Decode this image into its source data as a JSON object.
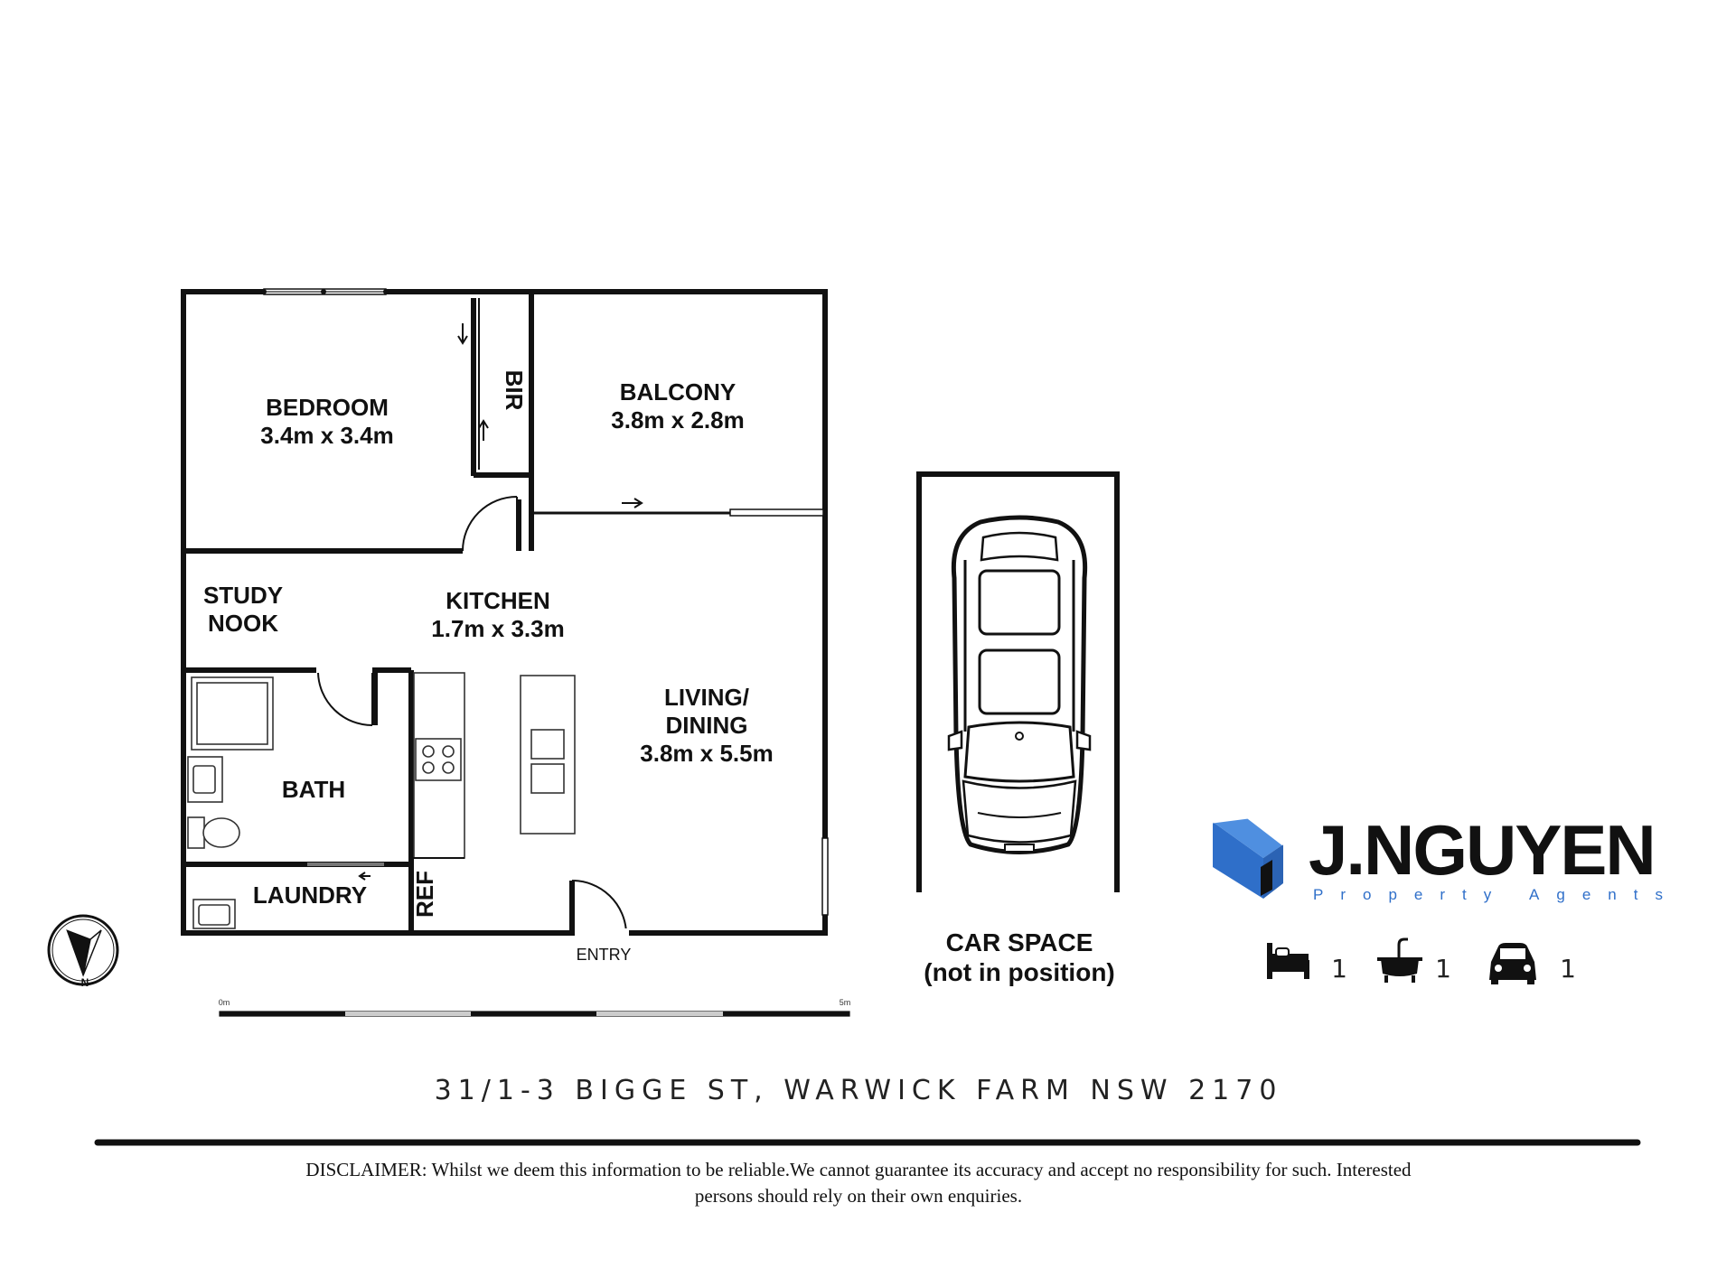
{
  "rooms": {
    "bedroom": {
      "name": "BEDROOM",
      "size": "3.4m x 3.4m"
    },
    "balcony": {
      "name": "BALCONY",
      "size": "3.8m x 2.8m"
    },
    "bir": {
      "name": "BIR"
    },
    "study": {
      "line1": "STUDY",
      "line2": "NOOK"
    },
    "kitchen": {
      "name": "KITCHEN",
      "size": "1.7m x 3.3m"
    },
    "living": {
      "line1": "LIVING/",
      "line2": "DINING",
      "size": "3.8m x 5.5m"
    },
    "bath": {
      "name": "BATH"
    },
    "laundry": {
      "name": "LAUNDRY"
    },
    "ref": {
      "name": "REF"
    },
    "entry": {
      "name": "ENTRY"
    }
  },
  "car_space": {
    "line1": "CAR SPACE",
    "line2": "(not in position)"
  },
  "compass": {
    "label": "N"
  },
  "scale_bar": {
    "start": "0m",
    "end": "5m"
  },
  "address": "31/1-3 BIGGE ST, WARWICK FARM NSW 2170",
  "disclaimer": {
    "line1": "DISCLAIMER: Whilst we deem this information to be reliable.We cannot guarantee its accuracy and accept no responsibility for such. Interested",
    "line2": "persons should rely on their own enquiries."
  },
  "brand": {
    "name": "J.NGUYEN",
    "tagline": "Property Agents",
    "accent": "#3b7fd4"
  },
  "features": [
    {
      "icon": "bed-icon",
      "count": "1"
    },
    {
      "icon": "bath-icon",
      "count": "1"
    },
    {
      "icon": "car-icon",
      "count": "1"
    }
  ]
}
